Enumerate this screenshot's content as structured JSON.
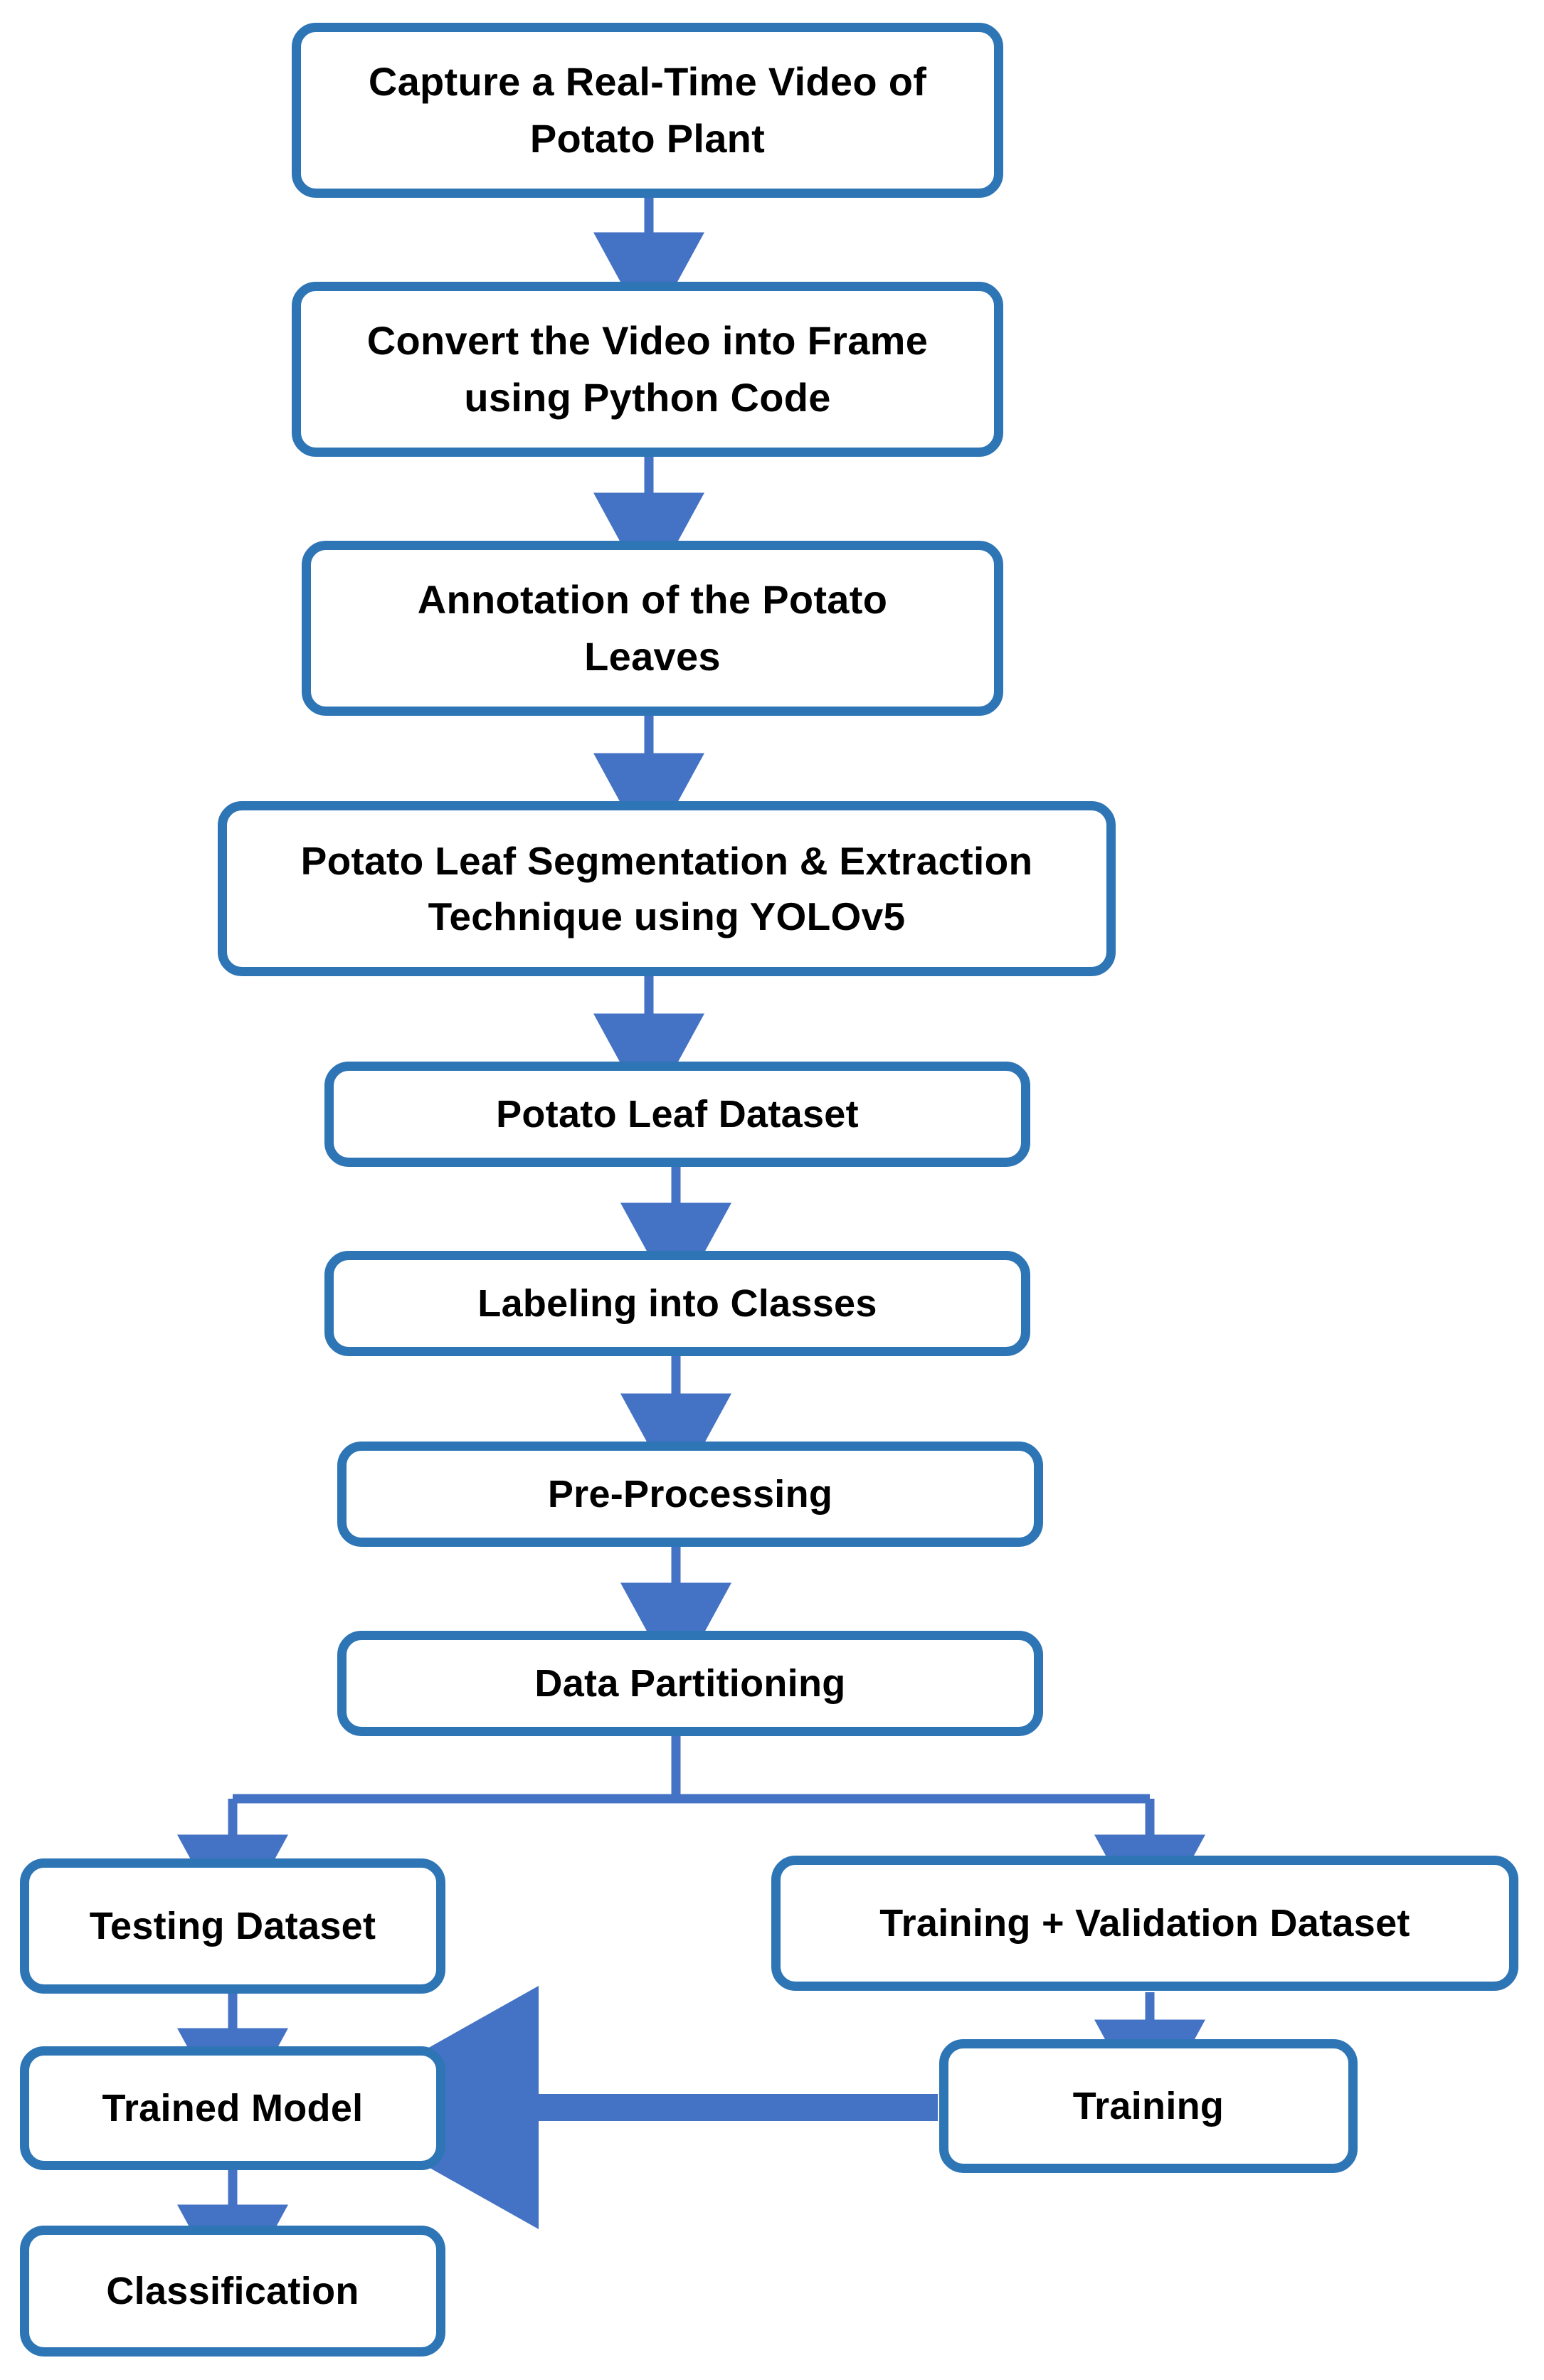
{
  "diagram": {
    "title": "Potato Leaf Disease Detection Pipeline Flowchart",
    "accent_border_color": "#2E75B6",
    "accent_arrow_color": "#4472C4",
    "background_color": "#FFFFFF",
    "text_color": "#000000"
  },
  "nodes": {
    "capture_video": "Capture a Real-Time Video of\nPotato Plant",
    "convert_frames": "Convert the Video into Frame\nusing Python Code",
    "annotation": "Annotation of the Potato\nLeaves",
    "segmentation": "Potato Leaf Segmentation & Extraction\nTechnique using YOLOv5",
    "leaf_dataset": "Potato  Leaf Dataset",
    "labeling": "Labeling into Classes",
    "preprocessing": "Pre-Processing",
    "data_partitioning": "Data Partitioning",
    "testing_dataset": "Testing Dataset",
    "training_validation_dataset": "Training + Validation Dataset",
    "trained_model": "Trained Model",
    "training": "Training",
    "classification": "Classification"
  },
  "edges": [
    {
      "from": "capture_video",
      "to": "convert_frames",
      "kind": "arrow-down"
    },
    {
      "from": "convert_frames",
      "to": "annotation",
      "kind": "arrow-down"
    },
    {
      "from": "annotation",
      "to": "segmentation",
      "kind": "arrow-down"
    },
    {
      "from": "segmentation",
      "to": "leaf_dataset",
      "kind": "arrow-down"
    },
    {
      "from": "leaf_dataset",
      "to": "labeling",
      "kind": "arrow-down"
    },
    {
      "from": "labeling",
      "to": "preprocessing",
      "kind": "arrow-down"
    },
    {
      "from": "preprocessing",
      "to": "data_partitioning",
      "kind": "arrow-down"
    },
    {
      "from": "data_partitioning",
      "to": "testing_dataset",
      "kind": "split-left"
    },
    {
      "from": "data_partitioning",
      "to": "training_validation_dataset",
      "kind": "split-right"
    },
    {
      "from": "testing_dataset",
      "to": "trained_model",
      "kind": "arrow-down"
    },
    {
      "from": "training_validation_dataset",
      "to": "training",
      "kind": "arrow-down"
    },
    {
      "from": "training",
      "to": "trained_model",
      "kind": "arrow-left"
    },
    {
      "from": "trained_model",
      "to": "classification",
      "kind": "arrow-down"
    }
  ]
}
